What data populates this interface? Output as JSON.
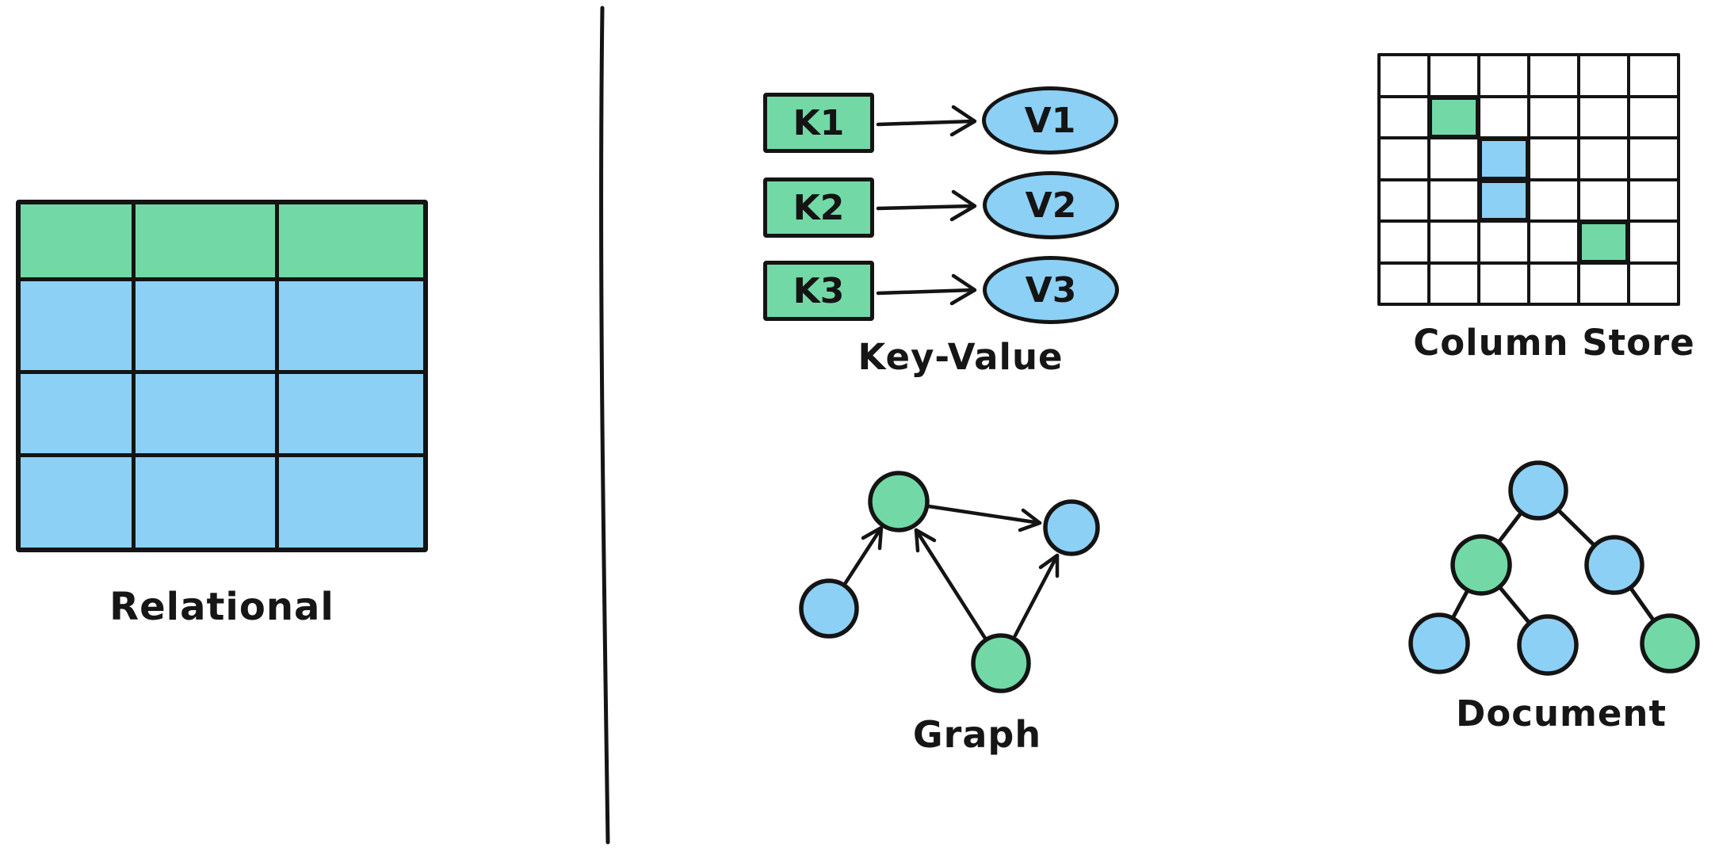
{
  "colors": {
    "green": "#72d9a6",
    "blue": "#8cd0f6",
    "stroke": "#141414",
    "background": "#ffffff"
  },
  "sections": {
    "relational": {
      "label": "Relational",
      "columns": 3,
      "rows": 4,
      "header_row_color": "green",
      "body_cell_color": "blue"
    },
    "key_value": {
      "label": "Key-Value",
      "pairs": [
        {
          "key": "K1",
          "value": "V1"
        },
        {
          "key": "K2",
          "value": "V2"
        },
        {
          "key": "K3",
          "value": "V3"
        }
      ]
    },
    "column_store": {
      "label": "Column Store",
      "rows": 6,
      "columns": 6,
      "filled_cells": [
        {
          "row": 1,
          "col": 1,
          "color": "green"
        },
        {
          "row": 2,
          "col": 2,
          "color": "blue"
        },
        {
          "row": 3,
          "col": 2,
          "color": "blue"
        },
        {
          "row": 4,
          "col": 4,
          "color": "green"
        }
      ]
    },
    "graph": {
      "label": "Graph",
      "nodes": [
        {
          "id": "top",
          "color": "green"
        },
        {
          "id": "right",
          "color": "blue"
        },
        {
          "id": "left",
          "color": "blue"
        },
        {
          "id": "bottom",
          "color": "green"
        }
      ],
      "edges": [
        {
          "from": "left",
          "to": "top"
        },
        {
          "from": "bottom",
          "to": "top"
        },
        {
          "from": "top",
          "to": "right"
        },
        {
          "from": "bottom",
          "to": "right"
        }
      ]
    },
    "document": {
      "label": "Document",
      "nodes": [
        {
          "id": "root",
          "color": "blue"
        },
        {
          "id": "child-left",
          "color": "green"
        },
        {
          "id": "child-right",
          "color": "blue"
        },
        {
          "id": "leaf-1",
          "color": "blue"
        },
        {
          "id": "leaf-2",
          "color": "blue"
        },
        {
          "id": "leaf-3",
          "color": "green"
        }
      ],
      "edges": [
        {
          "from": "root",
          "to": "child-left"
        },
        {
          "from": "root",
          "to": "child-right"
        },
        {
          "from": "child-left",
          "to": "leaf-1"
        },
        {
          "from": "child-left",
          "to": "leaf-2"
        },
        {
          "from": "child-right",
          "to": "leaf-3"
        }
      ]
    }
  }
}
